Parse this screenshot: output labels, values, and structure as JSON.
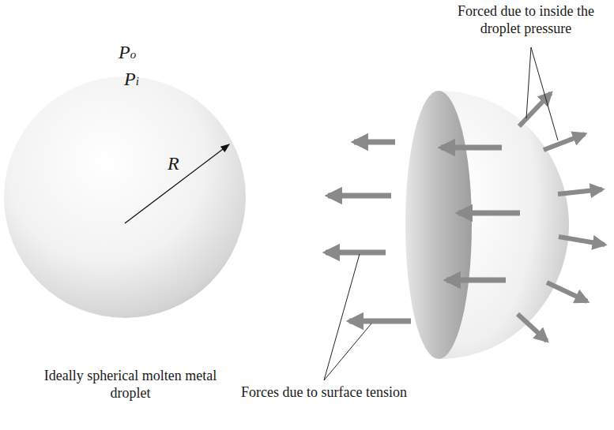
{
  "diagram": {
    "labels": [
      "Forced due to inside the droplet pressure",
      "Po",
      "Pi",
      "R",
      "Ideally spherical molten metal droplet",
      "Forces due to surface tension"
    ]
  }
}
